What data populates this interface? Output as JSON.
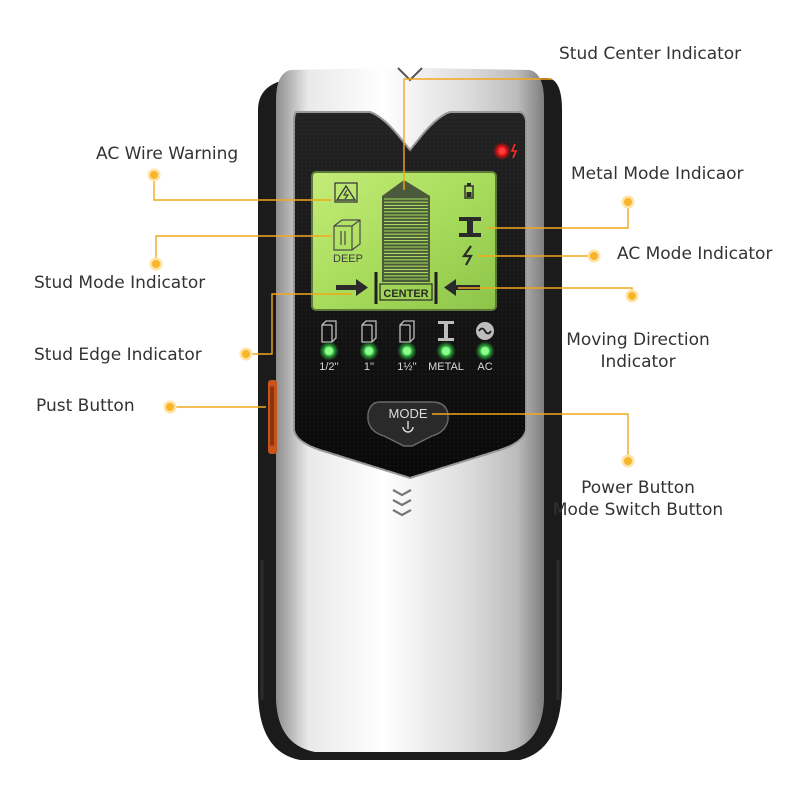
{
  "colors": {
    "callout_line": "#f2a81d",
    "callout_dot": "#f7b52a",
    "led_green": "#33e04a",
    "lcd_green": "#a8dc5c",
    "body_black": "#1b1b1b",
    "status_led_red": "#ff1a1a",
    "push_button_orange": "#c8541c"
  },
  "callouts": {
    "stud_center": "Stud Center Indicator",
    "ac_wire_warning": "AC Wire Warning",
    "metal_mode": "Metal Mode Indicaor",
    "ac_mode": "AC Mode Indicator",
    "stud_mode": "Stud Mode Indicator",
    "moving_direction_line1": "Moving Direction",
    "moving_direction_line2": "Indicator",
    "stud_edge": "Stud Edge Indicator",
    "push_button": "Pust Button",
    "power_button_line1": "Power Button",
    "mode_switch_line2": "Mode Switch Button"
  },
  "device": {
    "lcd": {
      "deep_label": "DEEP",
      "center_label": "CENTER"
    },
    "leds": [
      {
        "label": "1/2''",
        "icon": "stud-block-icon"
      },
      {
        "label": "1''",
        "icon": "stud-block-icon"
      },
      {
        "label": "1½''",
        "icon": "stud-block-icon"
      },
      {
        "label": "METAL",
        "icon": "i-beam-icon"
      },
      {
        "label": "AC",
        "icon": "ac-wave-icon"
      }
    ],
    "mode_button": {
      "label": "MODE",
      "icon": "power-icon"
    }
  }
}
